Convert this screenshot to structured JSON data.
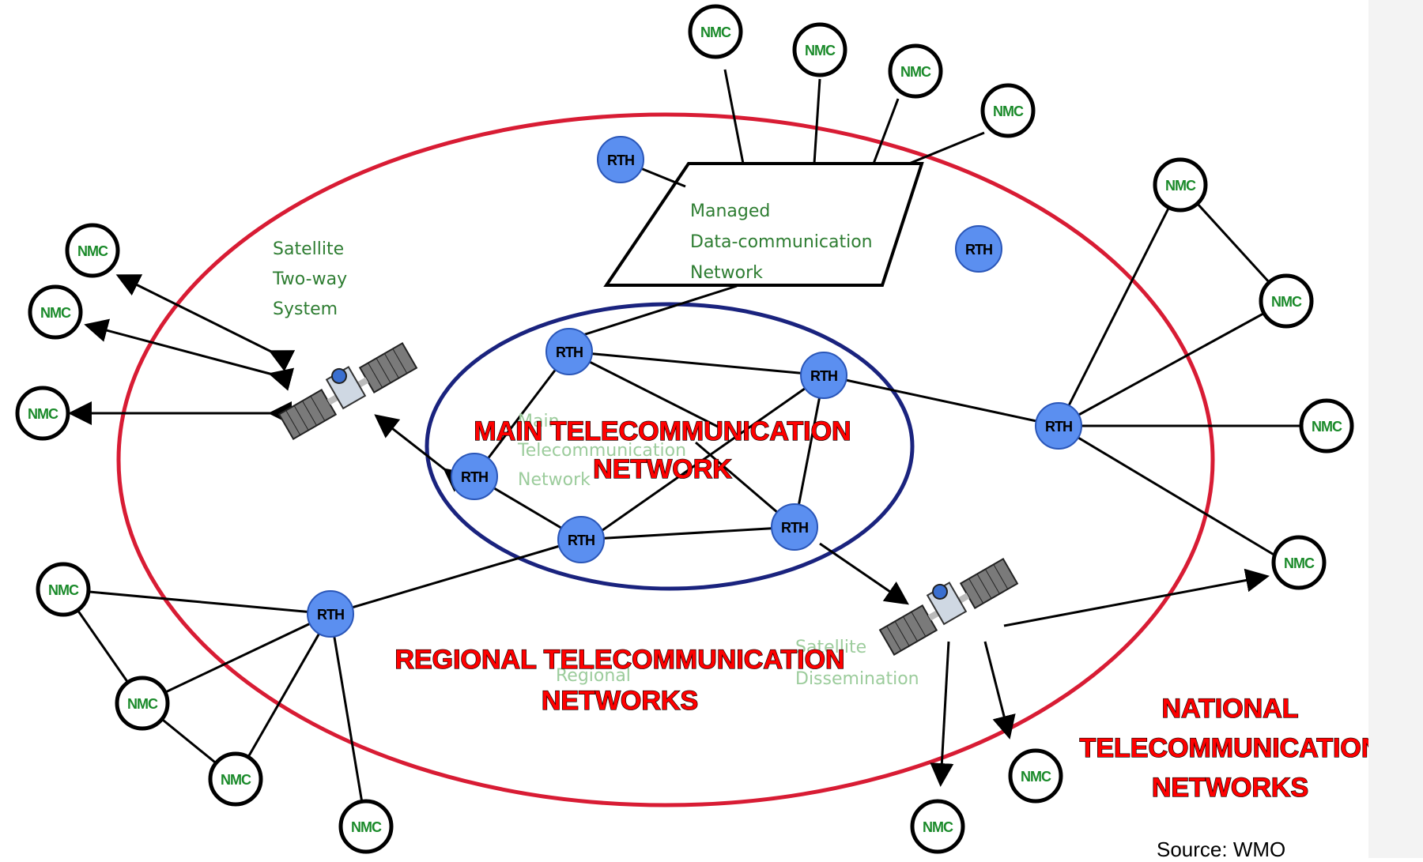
{
  "node_labels": {
    "rth": "RTH",
    "nmc": "NMC"
  },
  "colors": {
    "rth_fill": "#5b8ff0",
    "nmc_text": "#1a8a2a",
    "outer_ring": "#d81c34",
    "inner_ring": "#1a237e",
    "title_red": "#ff0000"
  },
  "managed_network": {
    "line1": "Managed",
    "line2": "Data-communication",
    "line3": "Network"
  },
  "satellite_two_way": {
    "line1": "Satellite",
    "line2": "Two-way",
    "line3": "System"
  },
  "main_ghost": {
    "line1": "Main",
    "line2": "Telecommunication",
    "line3": "Network"
  },
  "dissemination_ghost": {
    "line1": "Satellite",
    "line2": "Dissemination"
  },
  "regional_ghost": {
    "line1": "Regional"
  },
  "titles": {
    "main_line1": "MAIN TELECOMMUNICATION",
    "main_line2": "NETWORK",
    "regional_line1": "REGIONAL TELECOMMUNICATION",
    "regional_line2": "NETWORKS",
    "national_line1": "NATIONAL",
    "national_line2": "TELECOMMUNICATION",
    "national_line3": "NETWORKS"
  },
  "source": "Source: WMO"
}
